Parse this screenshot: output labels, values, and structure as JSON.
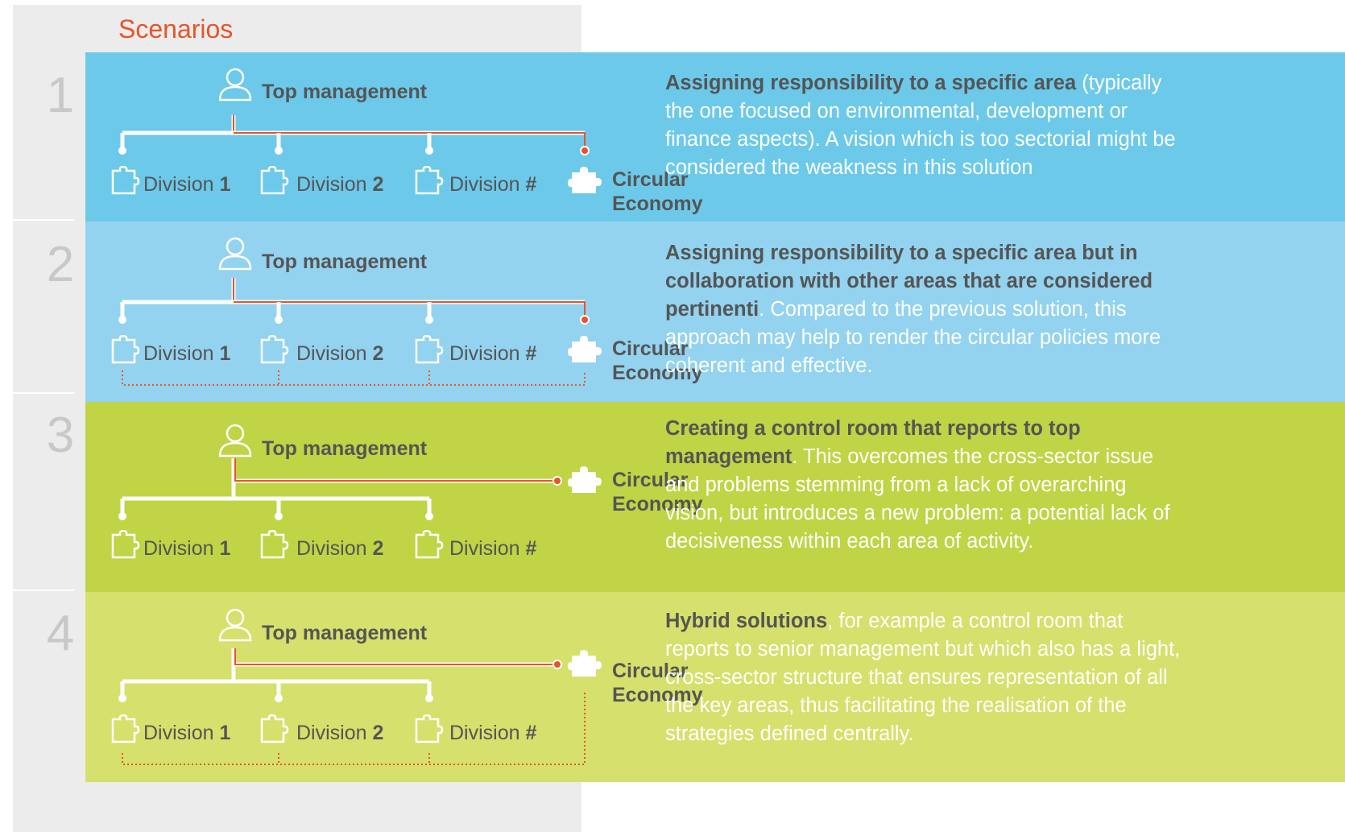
{
  "title": "Scenarios",
  "colors": {
    "band1": "#6cc9ea",
    "band2": "#93d3ef",
    "band3": "#c0d446",
    "band4": "#d6e06c",
    "accent": "#e8542a",
    "text_dark": "#555555",
    "number": "#c8c8c8"
  },
  "icons": {
    "top": "person-icon",
    "division": "puzzle-piece-outline-icon",
    "circular": "puzzle-piece-solid-icon"
  },
  "scenarios": [
    {
      "number": "1",
      "top_label": "Top management",
      "divisions": [
        {
          "name": "Division",
          "id": "1"
        },
        {
          "name": "Division",
          "id": "2"
        },
        {
          "name": "Division",
          "id": "#"
        }
      ],
      "circular": [
        "Circular",
        "Economy"
      ],
      "desc_bold": "Assigning responsibility to a specific area",
      "desc_text": " (typically the one focused on environmental, development or finance aspects). A vision which is too sectorial might be considered the weakness in this solution"
    },
    {
      "number": "2",
      "top_label": "Top management",
      "divisions": [
        {
          "name": "Division",
          "id": "1"
        },
        {
          "name": "Division",
          "id": "2"
        },
        {
          "name": "Division",
          "id": "#"
        }
      ],
      "circular": [
        "Circular",
        "Economy"
      ],
      "desc_bold": "Assigning responsibility to a specific area but in collaboration with other areas that are considered pertinenti",
      "desc_text": ". Compared to the previous solution, this approach may help to render the circular policies more coherent and effective."
    },
    {
      "number": "3",
      "top_label": "Top management",
      "divisions": [
        {
          "name": "Division",
          "id": "1"
        },
        {
          "name": "Division",
          "id": "2"
        },
        {
          "name": "Division",
          "id": "#"
        }
      ],
      "circular": [
        "Circular",
        "Economy"
      ],
      "desc_bold": "Creating a control room that reports to top management",
      "desc_text": ". This overcomes the cross-sector issue and problems stemming from a lack of overarching vision, but introduces a new problem: a potential lack of decisiveness within each area of activity."
    },
    {
      "number": "4",
      "top_label": "Top management",
      "divisions": [
        {
          "name": "Division",
          "id": "1"
        },
        {
          "name": "Division",
          "id": "2"
        },
        {
          "name": "Division",
          "id": "#"
        }
      ],
      "circular": [
        "Circular",
        "Economy"
      ],
      "desc_bold": "Hybrid solutions",
      "desc_text": ", for example a control room that reports to senior management but which also has a light, cross-sector structure that ensures representation of all the key areas, thus facilitating the realisation of the strategies defined centrally."
    }
  ]
}
